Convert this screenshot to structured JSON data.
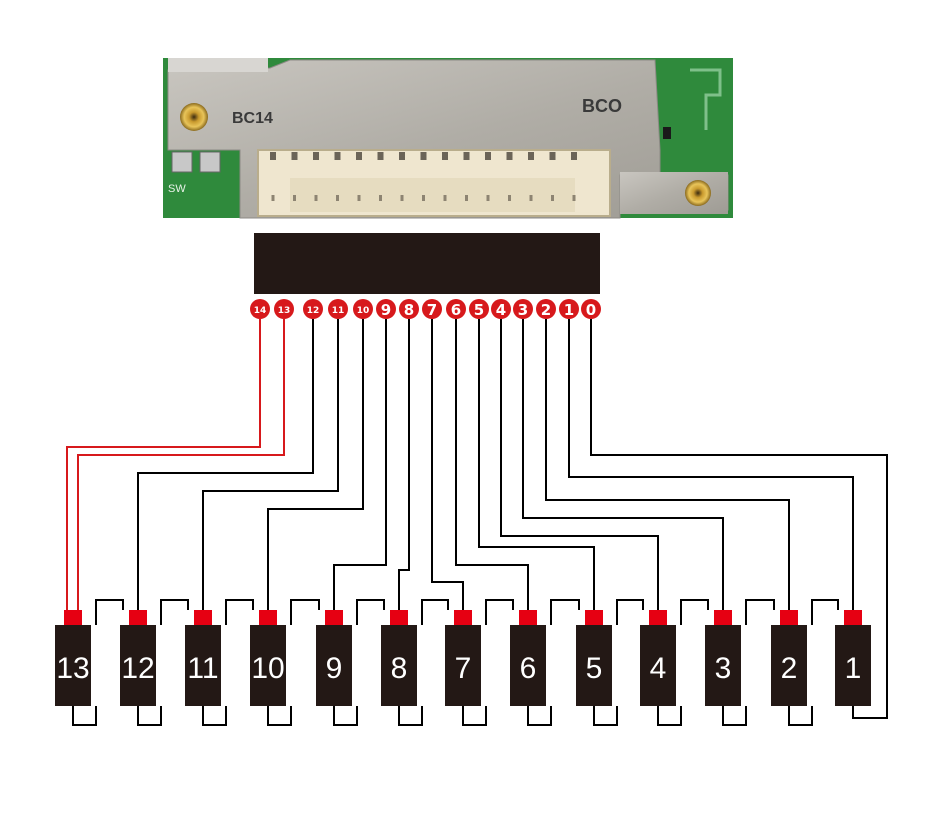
{
  "board": {
    "label_left": "BC14",
    "label_right": "BCO",
    "label_switch": "SW"
  },
  "pins": [
    "14",
    "13",
    "12",
    "11",
    "10",
    "9",
    "8",
    "7",
    "6",
    "5",
    "4",
    "3",
    "2",
    "1",
    "0"
  ],
  "cells": [
    "13",
    "12",
    "11",
    "10",
    "9",
    "8",
    "7",
    "6",
    "5",
    "4",
    "3",
    "2",
    "1"
  ],
  "colors": {
    "pcb_green": "#2f8a3c",
    "metal_shield": "#b3b0aa",
    "connector_block": "#231815",
    "pin_badge": "#d7191c",
    "wire_black": "#000000",
    "wire_red": "#d7191c",
    "cell_body": "#231815",
    "cell_cap": "#e60012"
  }
}
